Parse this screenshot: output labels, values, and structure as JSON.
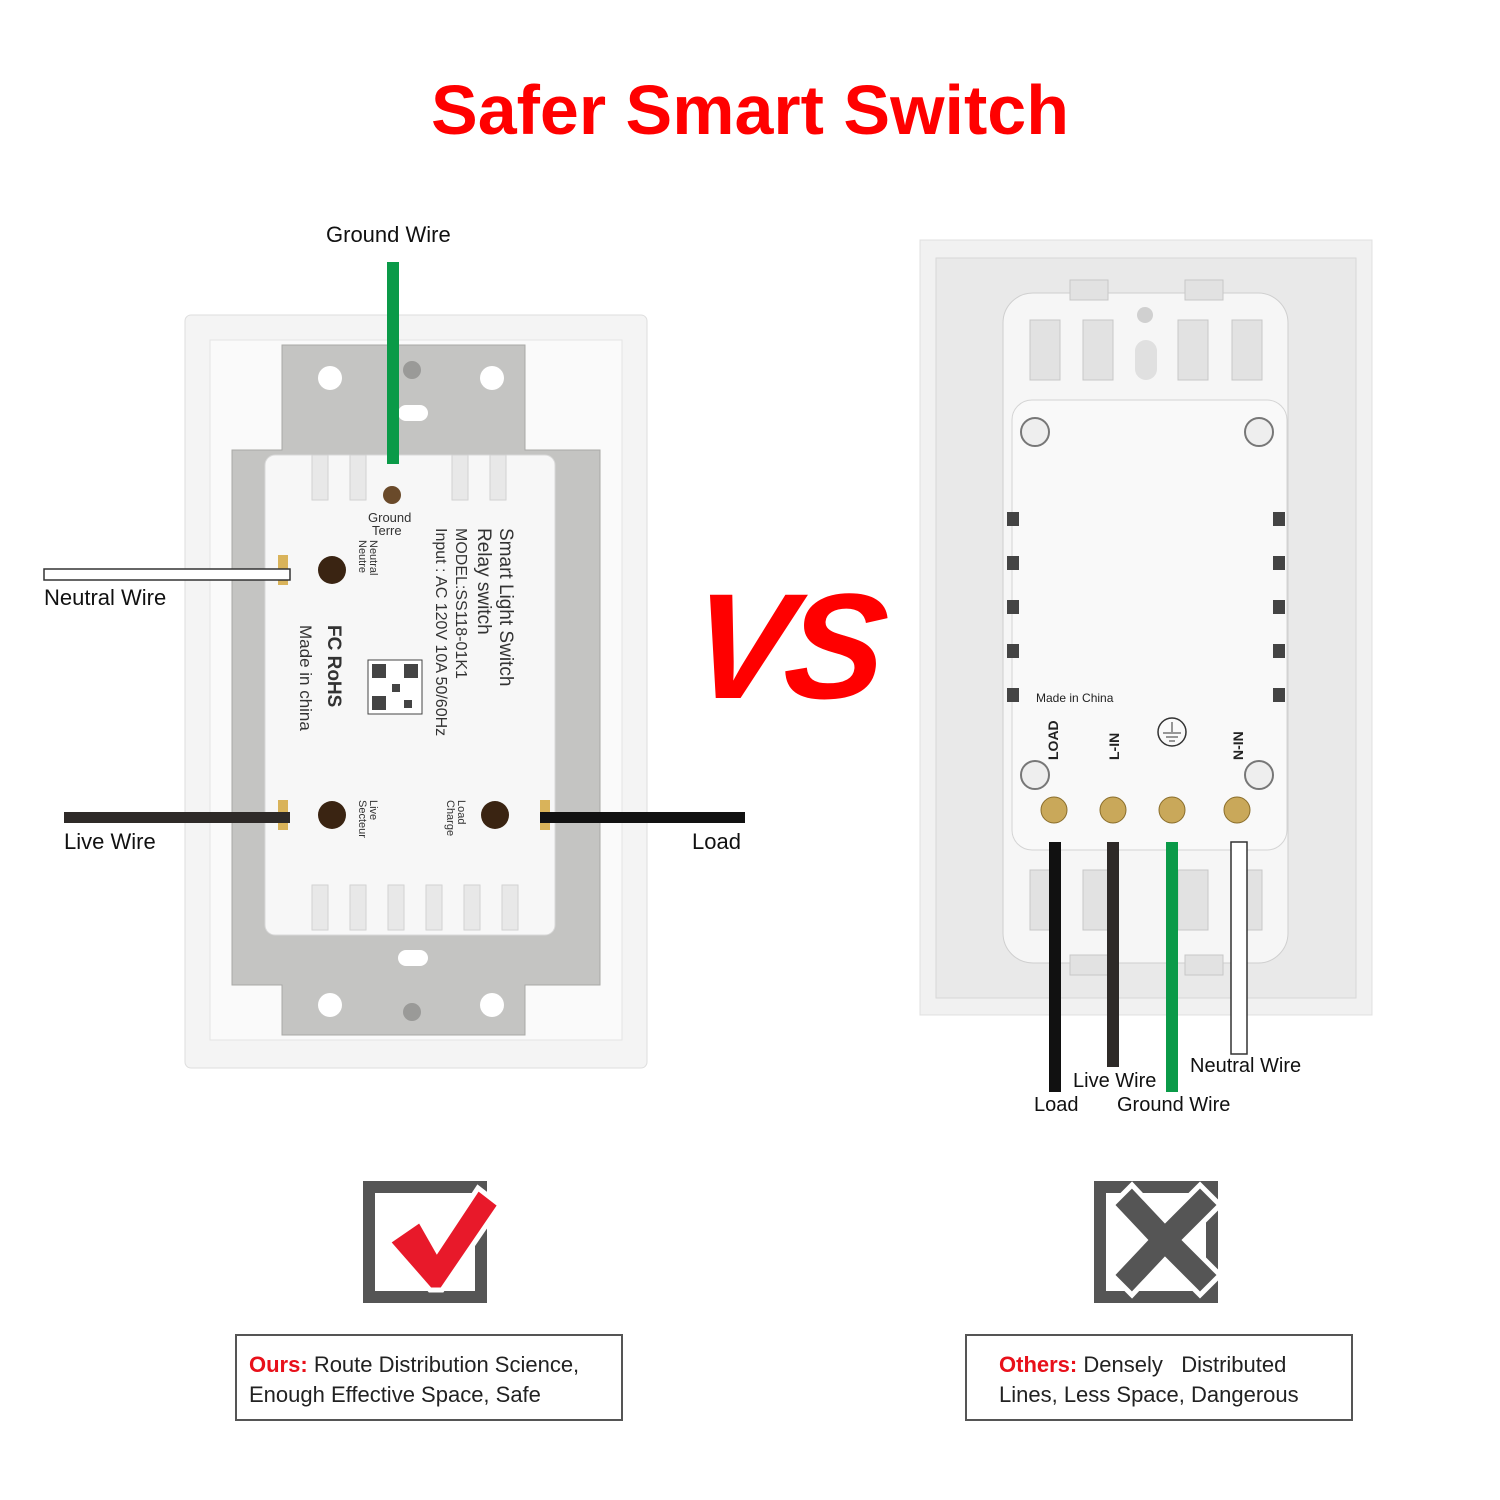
{
  "title": "Safer Smart Switch",
  "vs_text": "VS",
  "left": {
    "ground_wire": "Ground Wire",
    "neutral_wire": "Neutral Wire",
    "live_wire": "Live Wire",
    "load": "Load",
    "module_label": {
      "name": "Smart Light Switch",
      "sub": "Relay switch",
      "model": "MODEL:SS118-01K1",
      "input": "Input : AC 120V 10A  50/60Hz",
      "ground": "Ground",
      "terre": "Terre",
      "neutral": "Neutral",
      "neutre": "Neutre",
      "live": "Live",
      "secteur": "Secteur",
      "load": "Load",
      "charge": "Charge",
      "certs": "FC RoHS",
      "made": "Made in china"
    }
  },
  "right": {
    "made_in": "Made in China",
    "terminals": [
      "LOAD",
      "L-IN",
      "N-IN"
    ],
    "load": "Load",
    "live_wire": "Live Wire",
    "ground_wire": "Ground Wire",
    "neutral_wire": "Neutral Wire"
  },
  "ours": {
    "prefix": "Ours:",
    "line1": "Route Distribution Science,",
    "line2": "Enough Effective Space, Safe"
  },
  "others": {
    "prefix": "Others:",
    "line1": "Densely   Distributed",
    "line2": "Lines, Less Space, Dangerous"
  },
  "colors": {
    "accent": "#ff0000",
    "ground": "#0a9a48",
    "wire_dark": "#2e2a28",
    "icon_gray": "#555555"
  },
  "icons": {
    "ours_mark": "check-icon",
    "others_mark": "cross-icon"
  }
}
